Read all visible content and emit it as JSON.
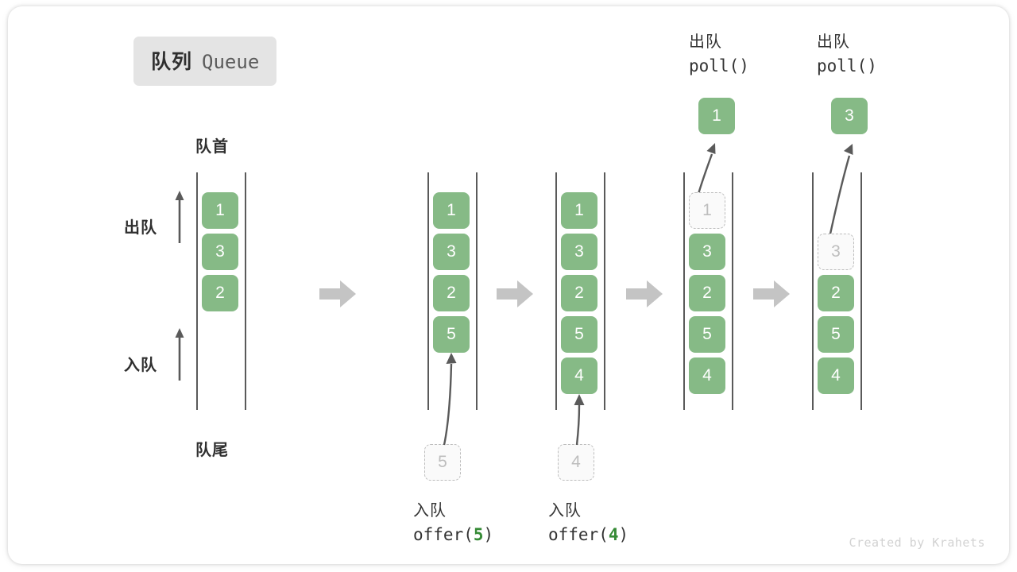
{
  "title": {
    "zh": "队列",
    "en": "Queue"
  },
  "credit": "Created by Krahets",
  "colors": {
    "item_fill": "#86ba86",
    "item_text": "#ffffff",
    "ghost_fill": "#fafafa",
    "ghost_border": "#bdbdbd",
    "ghost_text": "#bdbdbd",
    "rail": "#5a5a5a",
    "step_arrow": "#c4c4c4",
    "accent_number": "#368b36",
    "badge_bg": "#e4e4e4",
    "text": "#2f2f2f",
    "credit_text": "#d2d2d2"
  },
  "annotations": {
    "head": "队首",
    "tail": "队尾",
    "dequeue_arrow": "出队",
    "enqueue_arrow": "入队"
  },
  "stages": [
    {
      "id": "initial",
      "items": [
        "1",
        "3",
        "2"
      ],
      "ghost_index": null,
      "input_ghost": null,
      "op_cn": null,
      "op_code": null,
      "output": null
    },
    {
      "id": "offer-5",
      "items": [
        "1",
        "3",
        "2",
        "5"
      ],
      "ghost_index": null,
      "input_ghost": "5",
      "op_cn": "入队",
      "op_code_prefix": "offer(",
      "op_code_num": "5",
      "op_code_suffix": ")",
      "output": null
    },
    {
      "id": "offer-4",
      "items": [
        "1",
        "3",
        "2",
        "5",
        "4"
      ],
      "ghost_index": null,
      "input_ghost": "4",
      "op_cn": "入队",
      "op_code_prefix": "offer(",
      "op_code_num": "4",
      "op_code_suffix": ")",
      "output": null
    },
    {
      "id": "poll-1",
      "items": [
        "1",
        "3",
        "2",
        "5",
        "4"
      ],
      "ghost_index": 0,
      "input_ghost": null,
      "op_cn": "出队",
      "op_code_prefix": "poll(",
      "op_code_num": "",
      "op_code_suffix": ")",
      "output": "1"
    },
    {
      "id": "poll-3",
      "items": [
        "",
        "3",
        "2",
        "5",
        "4"
      ],
      "ghost_index": 1,
      "empty_index": 0,
      "input_ghost": null,
      "op_cn": "出队",
      "op_code_prefix": "poll(",
      "op_code_num": "",
      "op_code_suffix": ")",
      "output": "3"
    }
  ],
  "step_arrows": [
    {
      "name": "step-arrow-1"
    },
    {
      "name": "step-arrow-2"
    },
    {
      "name": "step-arrow-3"
    },
    {
      "name": "step-arrow-4"
    }
  ]
}
